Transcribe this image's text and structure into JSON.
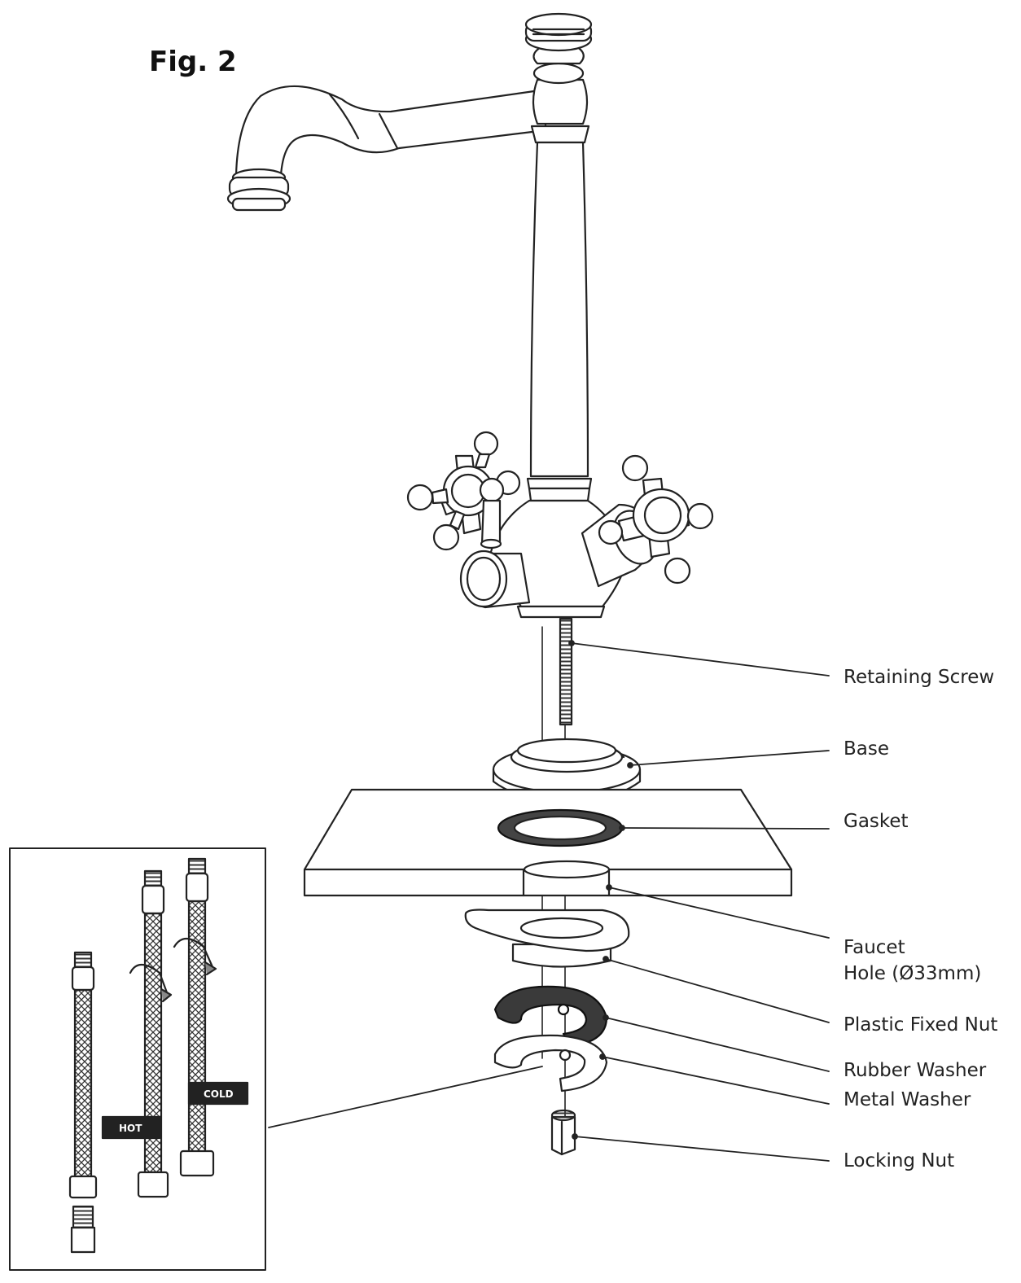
{
  "figure": {
    "title": "Fig. 2"
  },
  "labels": {
    "retaining_screw": "Retaining Screw",
    "base": "Base",
    "gasket": "Gasket",
    "faucet_hole_line1": "Faucet",
    "faucet_hole_line2": "Hole (Ø33mm)",
    "plastic_fixed_nut": "Plastic Fixed Nut",
    "rubber_washer": "Rubber Washer",
    "metal_washer": "Metal Washer",
    "locking_nut": "Locking Nut"
  },
  "inset": {
    "hot_tag": "HOT",
    "cold_tag": "COLD"
  },
  "colors": {
    "line": "#222222",
    "dark_part": "#333333",
    "background": "#ffffff"
  }
}
